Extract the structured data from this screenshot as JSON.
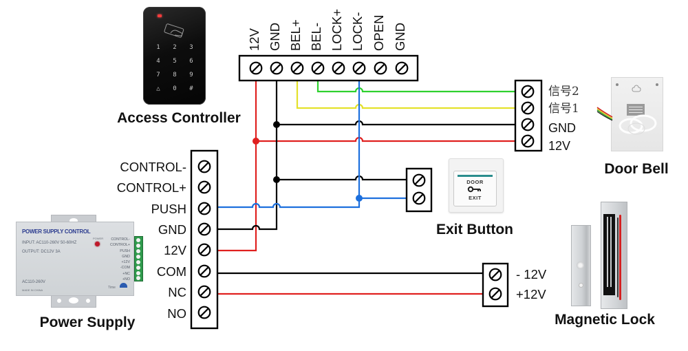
{
  "access_controller": {
    "label": "Access Controller",
    "keys": [
      "1",
      "2",
      "3",
      "4",
      "5",
      "6",
      "7",
      "8",
      "9",
      "△",
      "0",
      "#"
    ],
    "terminals": [
      "12V",
      "GND",
      "BEL+",
      "BEL-",
      "LOCK+",
      "LOCK-",
      "OPEN",
      "GND"
    ]
  },
  "power_supply": {
    "label": "Power Supply",
    "terminals": [
      "CONTROL-",
      "CONTROL+",
      "PUSH",
      "GND",
      "12V",
      "COM",
      "NC",
      "NO"
    ],
    "device": {
      "brand": "POWER SUPPLY CONTROL",
      "input": "INPUT: AC110-260V 50-60HZ",
      "output": "OUTPUT: DC12V  3A",
      "ac_range": "AC110-260V",
      "made_in": "MADE IN CHINA",
      "power_led_label": "POWER",
      "time_label": "Time",
      "terminal_labels": [
        "CONTROL-",
        "CONTROL+",
        "PUSH",
        "GND",
        "+12V",
        "-COM",
        "+NC",
        "+NO"
      ]
    }
  },
  "door_bell": {
    "label": "Door Bell",
    "terminals": [
      "信号2",
      "信号1",
      "GND",
      "12V"
    ]
  },
  "exit_button": {
    "label": "Exit Button",
    "plate_top": "DOOR",
    "plate_key": "O━┓",
    "plate_bottom": "EXIT"
  },
  "magnetic_lock": {
    "label": "Magnetic Lock",
    "terminals": [
      "- 12V",
      "+12V"
    ]
  },
  "wire_colors": {
    "red": "#e0201f",
    "black": "#000000",
    "yellow": "#e4e12a",
    "green": "#2ed12e",
    "blue": "#1c6fdd"
  },
  "wires": [
    {
      "from": "Access Controller 12V",
      "to": "Power Supply 12V",
      "color": "red"
    },
    {
      "from": "Access Controller 12V",
      "to": "Door Bell 12V",
      "color": "red"
    },
    {
      "from": "Access Controller GND",
      "to": "Power Supply GND",
      "color": "black"
    },
    {
      "from": "Access Controller GND",
      "to": "Door Bell GND",
      "color": "black"
    },
    {
      "from": "Access Controller GND",
      "to": "Exit Button",
      "color": "black"
    },
    {
      "from": "Access Controller BEL+",
      "to": "Door Bell 信号1",
      "color": "yellow"
    },
    {
      "from": "Access Controller BEL-",
      "to": "Door Bell 信号2",
      "color": "green"
    },
    {
      "from": "Access Controller LOCK-",
      "to": "Power Supply PUSH",
      "color": "blue"
    },
    {
      "from": "Access Controller LOCK-",
      "to": "Exit Button",
      "color": "blue"
    },
    {
      "from": "Power Supply COM",
      "to": "Magnetic Lock - 12V",
      "color": "black"
    },
    {
      "from": "Power Supply NC",
      "to": "Magnetic Lock +12V",
      "color": "red"
    }
  ]
}
